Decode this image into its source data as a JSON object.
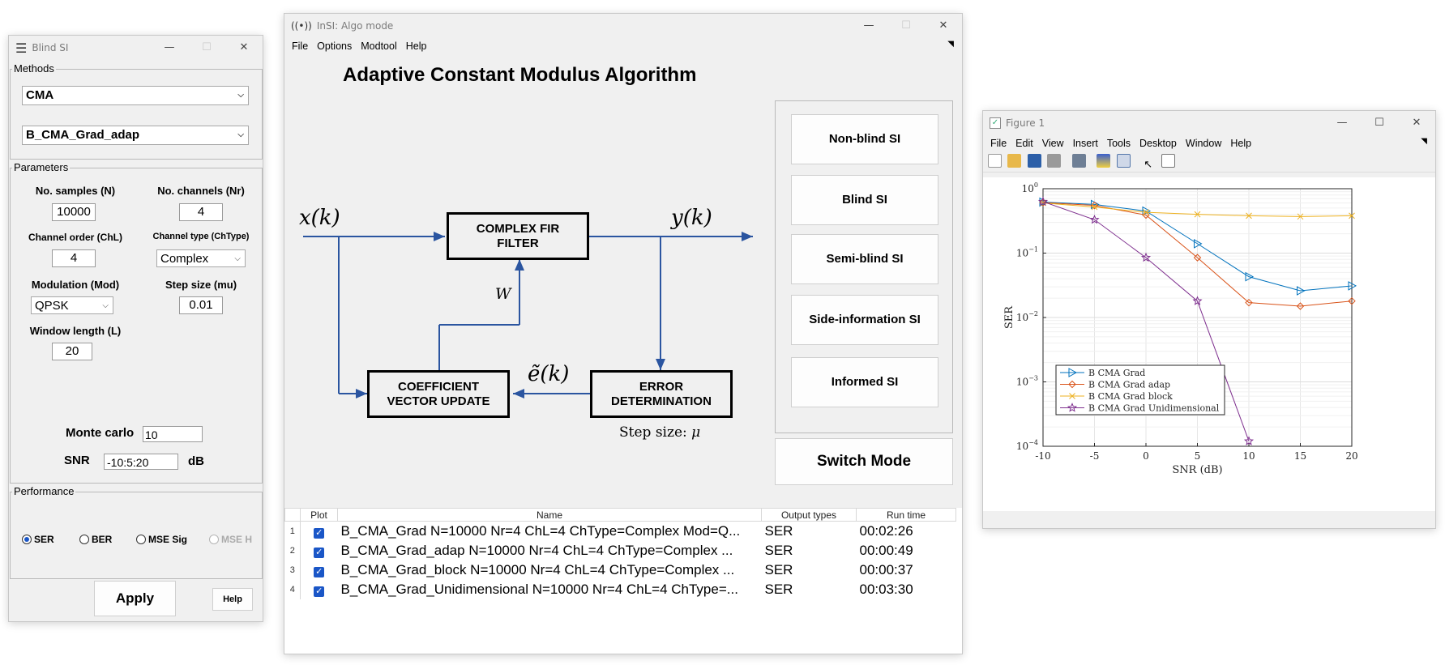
{
  "blind_window": {
    "title": "Blind SI",
    "methods_title": "Methods",
    "method": "CMA",
    "variant": "B_CMA_Grad_adap",
    "parameters_title": "Parameters",
    "labels": {
      "samples": "No. samples (N)",
      "channels": "No. channels (Nr)",
      "order": "Channel order (ChL)",
      "chtype": "Channel type (ChType)",
      "mod": "Modulation (Mod)",
      "step": "Step size (mu)",
      "window": "Window length (L)",
      "montecarlo": "Monte carlo",
      "snr": "SNR",
      "snr_unit": "dB"
    },
    "values": {
      "samples": "10000",
      "channels": "4",
      "order": "4",
      "chtype": "Complex",
      "mod": "QPSK",
      "step": "0.01",
      "window": "20",
      "montecarlo": "10",
      "snr": "-10:5:20"
    },
    "performance_title": "Performance",
    "perf_options": [
      "SER",
      "BER",
      "MSE Sig",
      "MSE H"
    ],
    "perf_selected": "SER",
    "apply": "Apply",
    "help": "Help"
  },
  "main_window": {
    "title": "InSI: Algo mode",
    "menu": [
      "File",
      "Options",
      "Modtool",
      "Help"
    ],
    "heading": "Adaptive Constant Modulus Algorithm",
    "diagram": {
      "fir": [
        "COMPLEX FIR",
        "FILTER"
      ],
      "coef": [
        "COEFFICIENT",
        "VECTOR UPDATE"
      ],
      "err": [
        "ERROR",
        "DETERMINATION"
      ],
      "input_sym": "x(k)",
      "output_sym": "y(k)",
      "error_sym": "ẽ(k)",
      "weight_sym": "W",
      "step_label": "Step size:",
      "step_sym": "μ"
    },
    "nav_buttons": [
      "Non-blind SI",
      "Blind SI",
      "Semi-blind SI",
      "Side-information SI",
      "Informed SI"
    ],
    "switch_mode": "Switch Mode",
    "table": {
      "headers": [
        "",
        "Plot",
        "Name",
        "Output types",
        "Run time"
      ],
      "rows": [
        {
          "n": "1",
          "name": "B_CMA_Grad N=10000 Nr=4 ChL=4 ChType=Complex Mod=Q...",
          "out": "SER",
          "time": "00:02:26"
        },
        {
          "n": "2",
          "name": "B_CMA_Grad_adap N=10000 Nr=4 ChL=4 ChType=Complex ...",
          "out": "SER",
          "time": "00:00:49"
        },
        {
          "n": "3",
          "name": "B_CMA_Grad_block N=10000 Nr=4 ChL=4 ChType=Complex ...",
          "out": "SER",
          "time": "00:00:37"
        },
        {
          "n": "4",
          "name": "B_CMA_Grad_Unidimensional N=10000 Nr=4 ChL=4 ChType=...",
          "out": "SER",
          "time": "00:03:30"
        }
      ]
    }
  },
  "figure_window": {
    "title": "Figure 1",
    "menu": [
      "File",
      "Edit",
      "View",
      "Insert",
      "Tools",
      "Desktop",
      "Window",
      "Help"
    ]
  },
  "colors": {
    "blue": "#0072bd",
    "orange": "#d95319",
    "yellow": "#edb120",
    "purple": "#7e2f8e",
    "diagram_line": "#2b55a0",
    "accent": "#1a56c7"
  },
  "chart_data": {
    "type": "line",
    "xlabel": "SNR (dB)",
    "ylabel": "SER",
    "x": [
      -10,
      -5,
      0,
      5,
      10,
      15,
      20
    ],
    "xticks": [
      "-10",
      "-5",
      "0",
      "5",
      "10",
      "15",
      "20"
    ],
    "yticks": [
      "10",
      "10",
      "10",
      "10",
      "10"
    ],
    "yexp": [
      "0",
      "−1",
      "−2",
      "−3",
      "−4"
    ],
    "xlim": [
      -10,
      20
    ],
    "ylim": [
      0.0001,
      1
    ],
    "yscale": "log",
    "grid": true,
    "legend_position": "bottom-left",
    "series": [
      {
        "name": "B CMA Grad",
        "color": "#0072bd",
        "marker": "triangle-right",
        "values": [
          0.62,
          0.57,
          0.45,
          0.14,
          0.043,
          0.026,
          0.031
        ]
      },
      {
        "name": "B CMA Grad adap",
        "color": "#d95319",
        "marker": "diamond",
        "values": [
          0.61,
          0.55,
          0.39,
          0.085,
          0.017,
          0.015,
          0.018
        ]
      },
      {
        "name": "B CMA Grad block",
        "color": "#edb120",
        "marker": "x",
        "values": [
          0.6,
          0.52,
          0.43,
          0.4,
          0.38,
          0.37,
          0.38
        ]
      },
      {
        "name": "B CMA Grad Unidimensional",
        "color": "#7e2f8e",
        "marker": "star",
        "values": [
          0.63,
          0.33,
          0.085,
          0.018,
          0.00012,
          null,
          null
        ]
      }
    ]
  }
}
